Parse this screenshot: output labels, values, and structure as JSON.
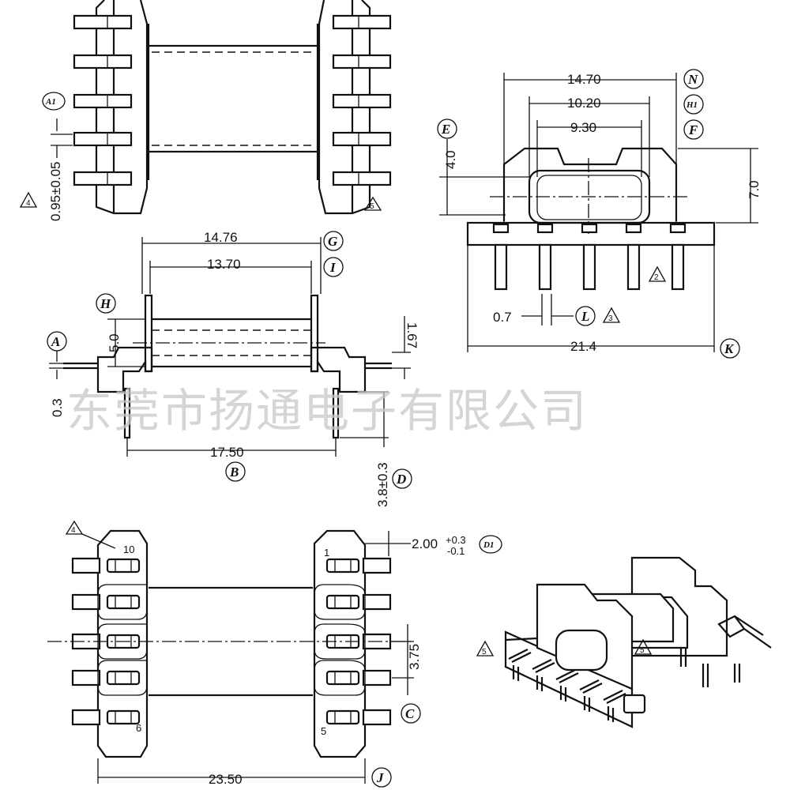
{
  "watermark": "东莞市扬通电子有限公司",
  "top_left_view": {
    "dims": {
      "pitch_tol": "0.95±0.05"
    },
    "tags": {
      "a1": "A1"
    },
    "notes": {
      "n4": "4",
      "n5": "5"
    }
  },
  "mid_left_view": {
    "dims": {
      "w1": "14.76",
      "w2": "13.70",
      "h": "5.0",
      "h2": "1.67",
      "t": "0.3",
      "span": "17.50",
      "pin_len": "3.8±0.3"
    },
    "tags": {
      "g": "G",
      "i": "I",
      "h": "H",
      "a": "A",
      "b": "B",
      "d": "D"
    }
  },
  "right_view": {
    "dims": {
      "w1": "14.70",
      "w2": "10.20",
      "w3": "9.30",
      "h1": "4.0",
      "h2": "7.0",
      "pin_w": "0.7",
      "base": "21.4"
    },
    "tags": {
      "n": "N",
      "h1": "H1",
      "f": "F",
      "e": "E",
      "l": "L",
      "k": "K"
    },
    "notes": {
      "n2": "2",
      "n3": "3"
    }
  },
  "bottom_view": {
    "dims": {
      "pad": "2.00",
      "pad_tol_plus": "+0.3",
      "pad_tol_minus": "-0.1",
      "pitch": "3.75",
      "span": "23.50"
    },
    "tags": {
      "d1": "D1",
      "c": "C",
      "j": "J"
    },
    "pins": {
      "p10": "10",
      "p1": "1",
      "p6": "6",
      "p5": "5"
    },
    "notes": {
      "n4": "4"
    }
  },
  "iso_view": {
    "notes": {
      "n5a": "5",
      "n5b": "5"
    }
  }
}
